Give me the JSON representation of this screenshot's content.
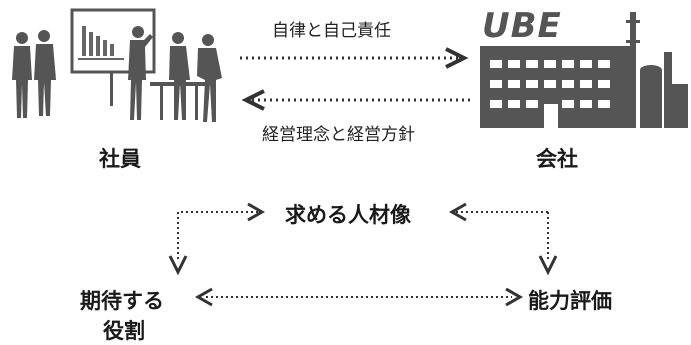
{
  "top_arrow": {
    "label": "自律と自己責任"
  },
  "bottom_arrow": {
    "label": "経営理念と経営方針"
  },
  "employees": {
    "label": "社員",
    "icon": "office-workers-icon"
  },
  "company": {
    "label": "会社",
    "logo_text": "UBE",
    "icon": "factory-building-icon"
  },
  "center_node": {
    "label": "求める人材像"
  },
  "left_node": {
    "line1": "期待する",
    "line2": "役割"
  },
  "right_node": {
    "label": "能力評価"
  },
  "colors": {
    "figure_gray": "#555555",
    "text": "#1a1a1a",
    "background": "#ffffff"
  }
}
